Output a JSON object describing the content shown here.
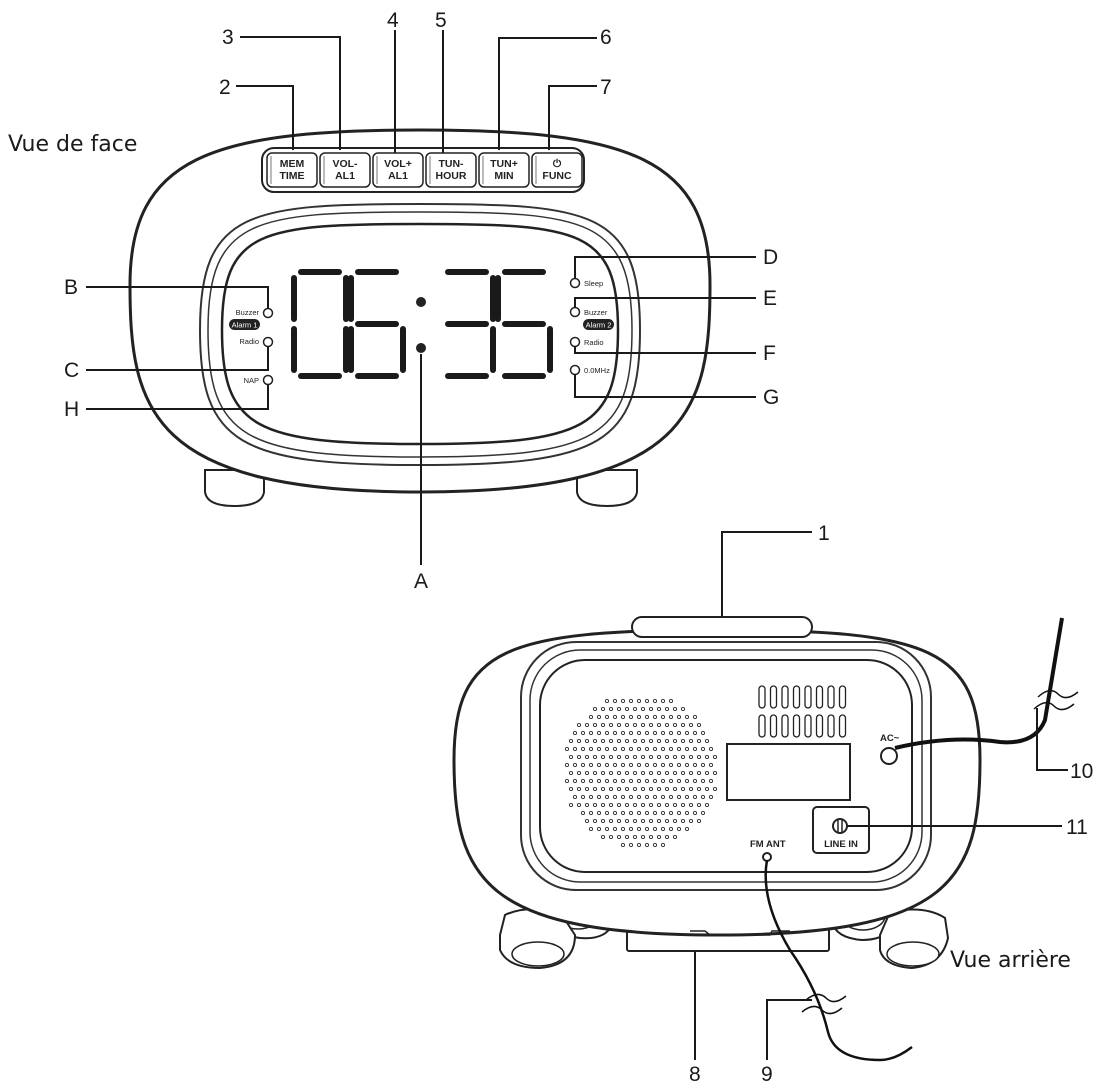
{
  "views": {
    "front": "Vue de face",
    "rear": "Vue arrière"
  },
  "front_display": {
    "time": "06:35",
    "indicators_left": [
      "Buzzer",
      "Alarm 1",
      "Radio",
      "NAP"
    ],
    "indicators_right": [
      "Sleep",
      "Buzzer",
      "Alarm 2",
      "Radio",
      "0.0MHz"
    ]
  },
  "buttons": [
    {
      "line1": "MEM",
      "line2": "TIME"
    },
    {
      "line1": "VOL-",
      "line2": "AL1"
    },
    {
      "line1": "VOL+",
      "line2": "AL1"
    },
    {
      "line1": "TUN-",
      "line2": "HOUR"
    },
    {
      "line1": "TUN+",
      "line2": "MIN"
    },
    {
      "line1": "⏻",
      "line2": "FUNC"
    }
  ],
  "rear_labels": {
    "ac": "AC~",
    "line_in": "LINE IN",
    "fm_ant": "FM ANT"
  },
  "callouts": {
    "n1": "1",
    "n2": "2",
    "n3": "3",
    "n4": "4",
    "n5": "5",
    "n6": "6",
    "n7": "7",
    "n8": "8",
    "n9": "9",
    "n10": "10",
    "n11": "11",
    "A": "A",
    "B": "B",
    "C": "C",
    "D": "D",
    "E": "E",
    "F": "F",
    "G": "G",
    "H": "H"
  }
}
